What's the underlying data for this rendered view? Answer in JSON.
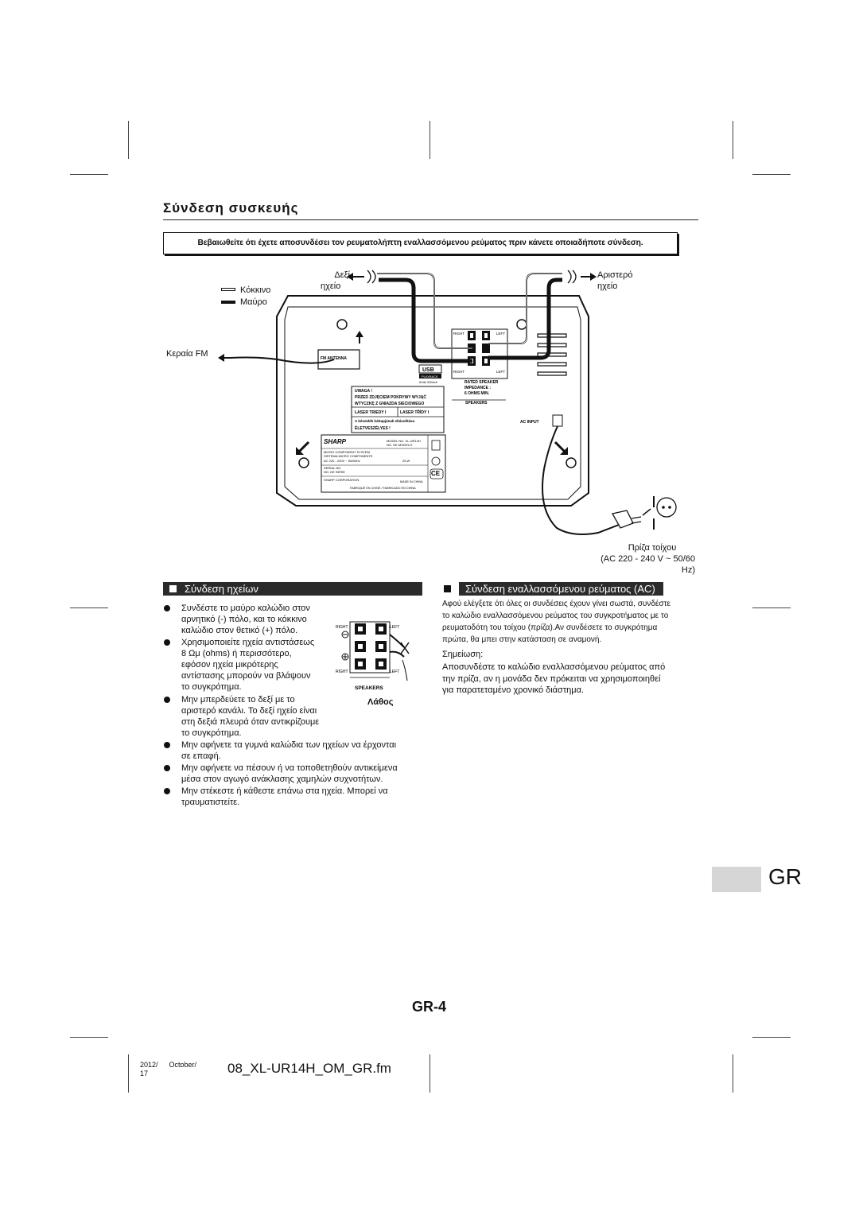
{
  "title": "Σύνδεση συσκευής",
  "warning": "Βεβαιωθείτε ότι έχετε αποσυνδέσει τον ρευματολήπτη εναλλασσόμενου ρεύματος πριν κάνετε οποιαδήποτε σύνδεση.",
  "diagram": {
    "right_speaker": [
      "Δεξί",
      "ηχείο"
    ],
    "left_speaker": [
      "Αριστερό",
      "ηχείο"
    ],
    "red": "Κόκκινο",
    "black": "Μαύρο",
    "fm_antenna": "Κεραία FM",
    "wall_socket": [
      "Πρίζα τοίχου",
      "(AC 220 - 240 V ~ 50/60 Hz)"
    ],
    "panel": {
      "right": "RIGHT",
      "left": "LEFT",
      "fm_antenna": "FM ANTENNA",
      "usb": "USB",
      "usb_playback": "PLAYBACK",
      "usb_rating": "5Vdc 500mA",
      "rated_speaker": "RATED SPEAKER",
      "impedance": "IMPEDANCE :",
      "ohms_min": "6 OHMS MIN.",
      "speakers": "SPEAKERS",
      "ac_input": "AC INPUT",
      "warning_lines": [
        "UWAGA !",
        "PRZED ZDJĘCIEM POKRYWY WYJĄĆ",
        "WTYCZKĘ Z GNIAZDA SIECIOWEGO",
        "LASER TRIEDY I",
        "LASER TŘÍDY I",
        "A készülék háttapjának eltávolítása",
        "ÉLETVESZÉLYES !"
      ],
      "brand": "SHARP",
      "model_lines": [
        "MODEL NO. XL-UR14H",
        "NO. DE MODELO"
      ],
      "system_lines": [
        "MICRO COMPONENT SYSTEM",
        "SISTEMA MICRO COMPONENTE",
        "AC 220 - 240V ~ 50/60Hz",
        "25 W"
      ],
      "serial_lines": [
        "SERIAL NO.",
        "NO. DE SERIE"
      ],
      "corp": "SHARP CORPORATION",
      "made": "MADE IN CHINA",
      "fab": "FABRIQUÉ EN CHINE / FABRICADO EN CHINA"
    }
  },
  "speakers_section": {
    "heading": "Σύνδεση ηχείων",
    "bullets": [
      [
        "Συνδέστε το μαύρο καλώδιο στον",
        "αρνητικό (-) πόλο, και το κόκκινο",
        "καλώδιο στον θετικό (+) πόλο."
      ],
      [
        "Χρησιμοποιείτε ηχεία αντιστάσεως",
        "8 Ωμ (ohms) ή περισσότερο,",
        "εφόσον ηχεία μικρότερης",
        "αντίστασης μπορούν να βλάψουν",
        "το συγκρότημα."
      ],
      [
        "Μην μπερδεύετε το δεξί με το",
        "αριστερό κανάλι. Το δεξί ηχείο είναι",
        "στη δεξιά πλευρά όταν αντικρίζουμε",
        "το συγκρότημα."
      ],
      [
        "Μην αφήνετε τα γυμνά καλώδια των ηχείων να έρχονται",
        "σε επαφή."
      ],
      [
        "Μην αφήνετε να πέσουν ή να τοποθετηθούν αντικείμενα",
        "μέσα στον αγωγό ανάκλασης χαμηλών συχνοτήτων."
      ],
      [
        "Μην στέκεστε ή κάθεστε επάνω στα ηχεία. Μπορεί να",
        "τραυματιστείτε."
      ]
    ],
    "inset": {
      "right": "RIGHT",
      "left": "LEFT",
      "speakers": "SPEAKERS",
      "wrong": "Λάθος"
    }
  },
  "ac_section": {
    "heading": "Σύνδεση εναλλασσόμενου ρεύματος (AC)",
    "text": [
      "Αφού ελέγξετε ότι όλες οι συνδέσεις έχουν γίνει σωστά, συνδέστε",
      "το καλώδιο εναλλασσόμενου ρεύματος του συγκροτήματος με το",
      "ρευματοδότη του τοίχου (πρίζα).Αν συνδέσετε το συγκρότημα",
      "πρώτα, θα μπει στην κατάσταση σε αναμονή."
    ],
    "note_heading": "Σημείωση:",
    "note": [
      "Αποσυνδέστε το καλώδιο εναλλασσόμενου ρεύματος από",
      "την πρίζα, αν η μονάδα δεν πρόκειται να χρησιμοποιηθεί",
      "για παρατεταμένο χρονικό διάστημα."
    ]
  },
  "lang_tab": "GR",
  "page_number": "GR-4",
  "footer": {
    "date1": "2012/",
    "date2": "October/",
    "date3": "17",
    "file": "08_XL-UR14H_OM_GR.fm"
  }
}
